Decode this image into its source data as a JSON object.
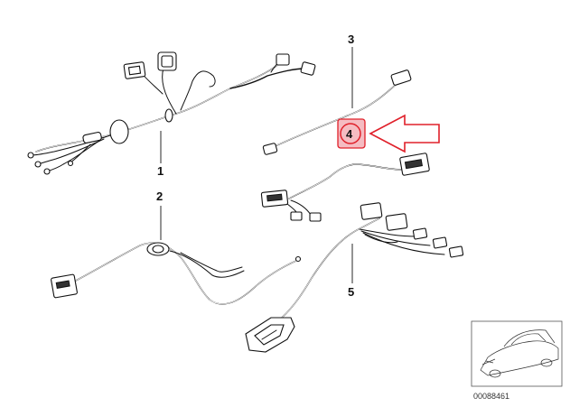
{
  "diagram": {
    "callouts": [
      {
        "id": "1",
        "label": "1"
      },
      {
        "id": "2",
        "label": "2"
      },
      {
        "id": "3",
        "label": "3"
      },
      {
        "id": "4",
        "label": "4"
      },
      {
        "id": "5",
        "label": "5"
      }
    ],
    "highlighted_callout": "4",
    "highlight_color": "#e0202a",
    "thumbnail": {
      "reference_code": "00088461",
      "icon": "car-outline-icon"
    }
  }
}
